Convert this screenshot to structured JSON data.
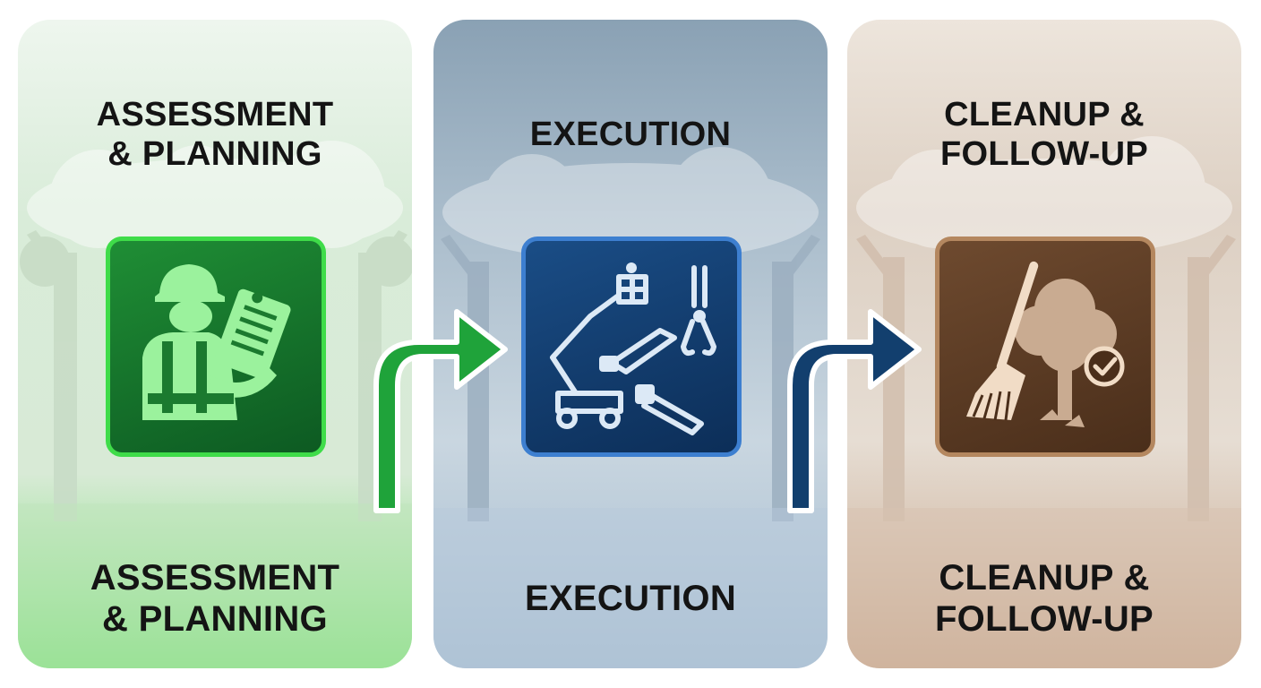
{
  "colors": {
    "panel_1_accent": "#3fdc49",
    "panel_2_accent": "#3d7fd0",
    "panel_3_accent": "#b4875f",
    "arrow_1": "#1fa33a",
    "arrow_2": "#123f6e"
  },
  "stages": [
    {
      "title_line1": "ASSESSMENT",
      "title_line2": "& PLANNING",
      "caption_line1": "ASSESSMENT",
      "caption_line2": "& PLANNING",
      "icon": "arborist-clipboard-icon"
    },
    {
      "title_line1": "EXECUTION",
      "caption_line1": "EXECUTION",
      "icon": "equipment-icon"
    },
    {
      "title_line1": "CLEANUP &",
      "title_line2": "FOLLOW-UP",
      "caption_line1": "CLEANUP &",
      "caption_line2": "FOLLOW-UP",
      "icon": "broom-tree-check-icon"
    }
  ]
}
